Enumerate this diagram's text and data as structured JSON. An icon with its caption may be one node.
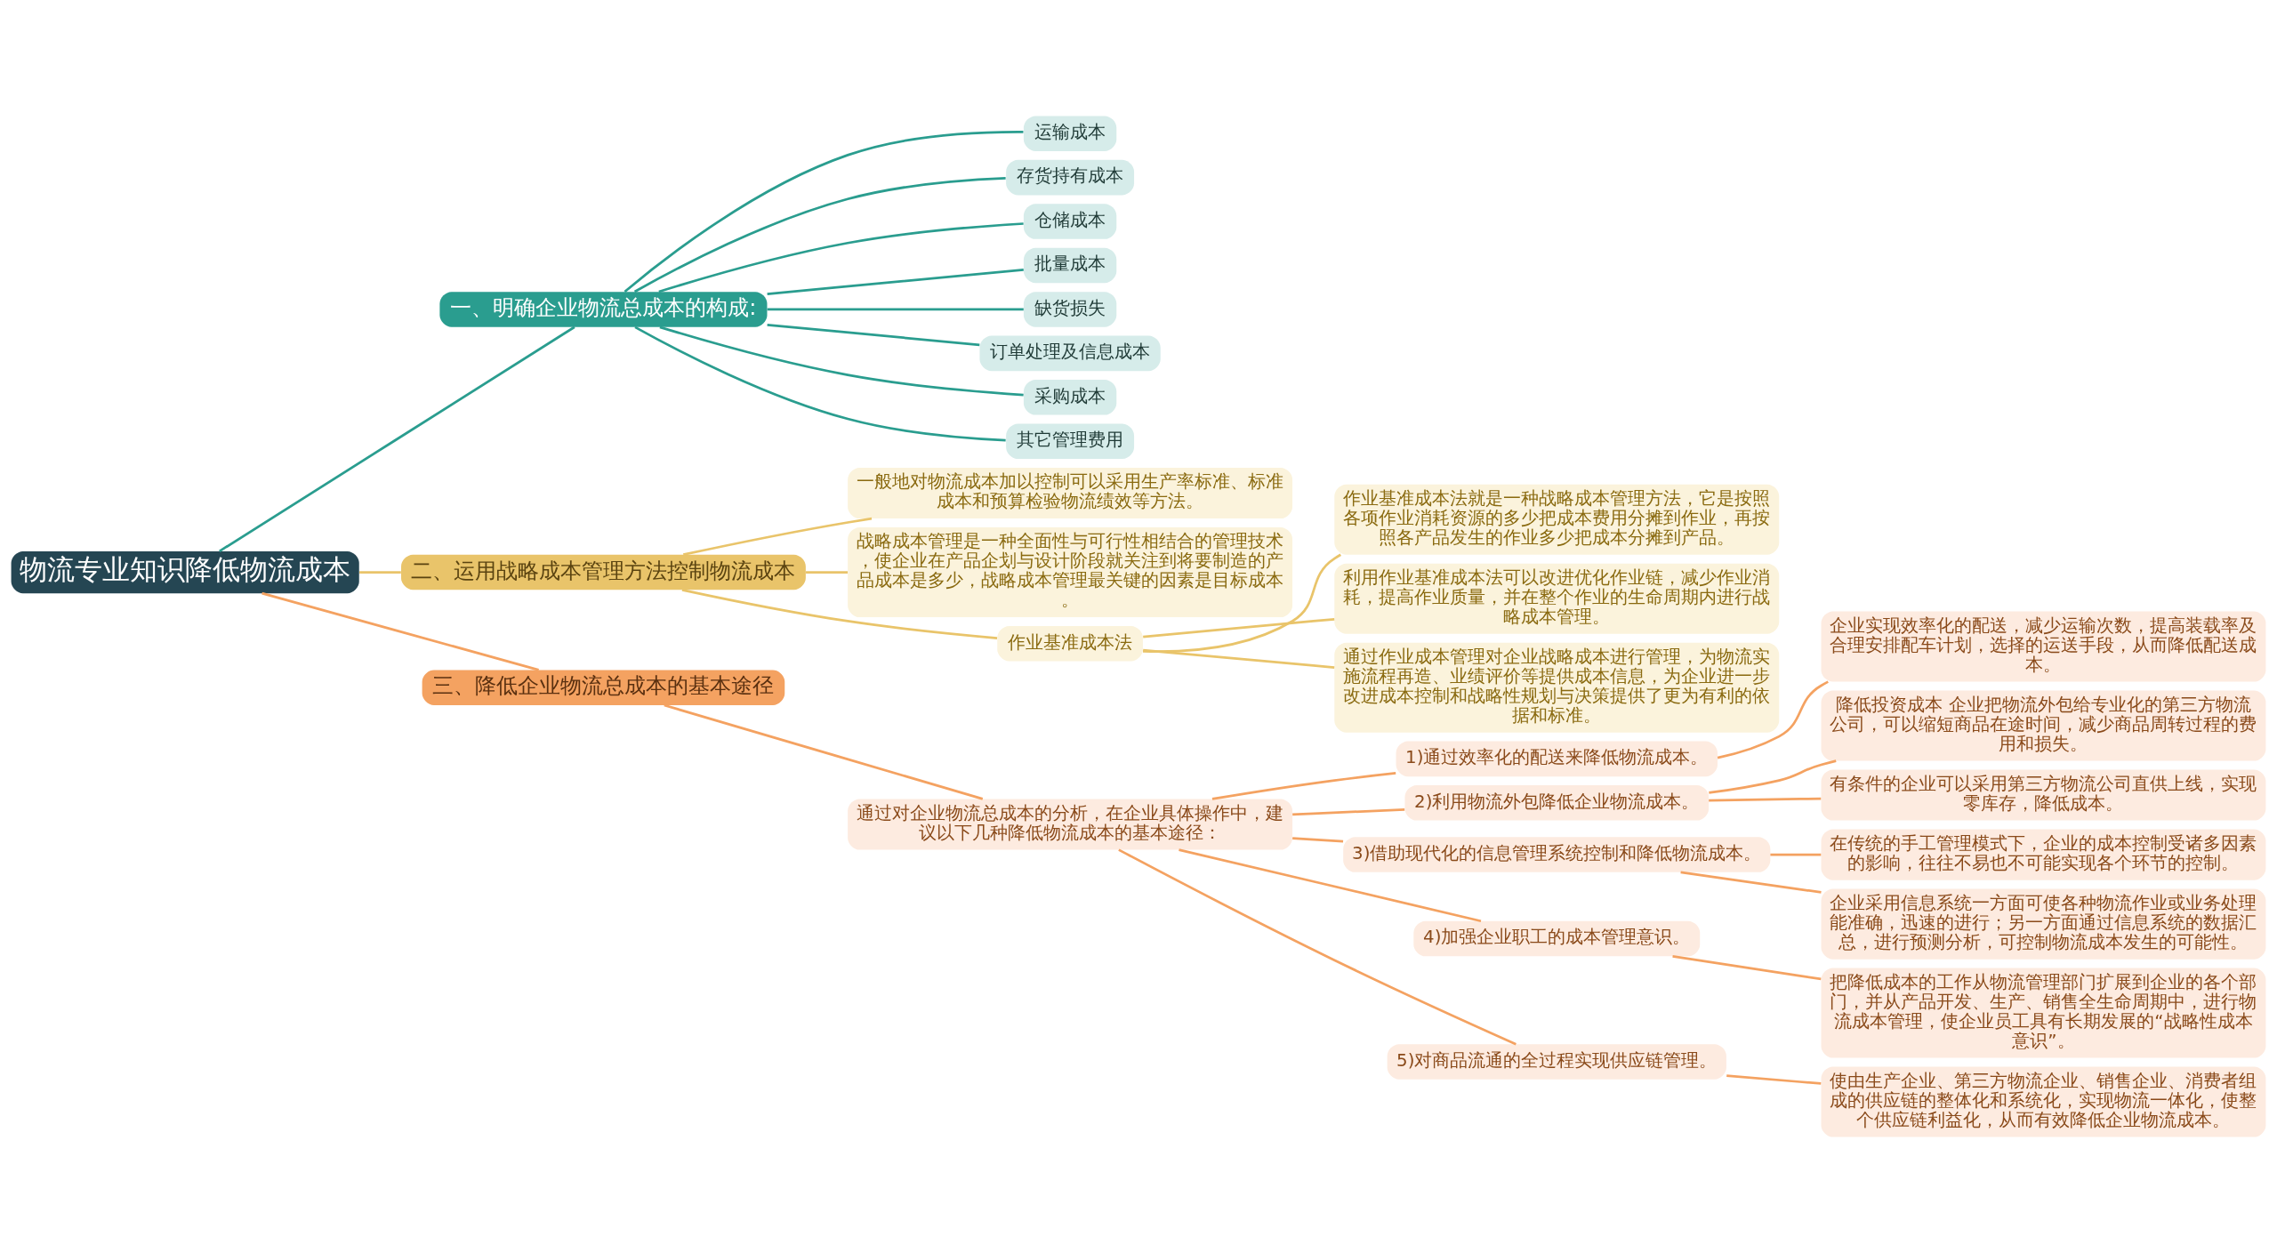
{
  "diagram": {
    "nodes": [
      {
        "text": [
          "物流专业知识降低物流成本"
        ]
      },
      {
        "text": [
          "一、明确企业物流总成本的构成:"
        ]
      },
      {
        "text": [
          "运输成本"
        ]
      },
      {
        "text": [
          "存货持有成本"
        ]
      },
      {
        "text": [
          "仓储成本"
        ]
      },
      {
        "text": [
          "批量成本"
        ]
      },
      {
        "text": [
          "缺货损失"
        ]
      },
      {
        "text": [
          "订单处理及信息成本"
        ]
      },
      {
        "text": [
          "采购成本"
        ]
      },
      {
        "text": [
          "其它管理费用"
        ]
      },
      {
        "text": [
          "二、运用战略成本管理方法控制物流成本"
        ]
      },
      {
        "text": [
          "一般地对物流成本加以控制可以采用生产率标准、标准成本和预算检验物流绩效等方法。"
        ]
      },
      {
        "text": [
          "战略成本管理是一种全面性与可行性相结合的管理技术，使企业在产品企划与设计阶段就关注到将要制造的产品成本是多少，战略成本管理最关键的因素是目标成本。"
        ]
      },
      {
        "text": [
          "作业基准成本法"
        ]
      },
      {
        "text": [
          "作业基准成本法就是一种战略成本管理方法，它是按照各项作业消耗资源的多少把成本费用分摊到作业，再按照各产品发生的作业多少把成本分摊到产品。"
        ]
      },
      {
        "text": [
          "利用作业基准成本法可以改进优化作业链，减少作业消耗，提高作业质量，并在整个作业的生命周期内进行战略成本管理。"
        ]
      },
      {
        "text": [
          "通过作业成本管理对企业战略成本进行管理，为物流实施流程再造、业绩评价等提供成本信息，为企业进一步改进成本控制和战略性规划与决策提供了更为有利的依据和标准。"
        ]
      },
      {
        "text": [
          "三、降低企业物流总成本的基本途径"
        ]
      },
      {
        "text": [
          "通过对企业物流总成本的分析，在企业具体操作中，建议以下几种降低物流成本的基本途径："
        ]
      },
      {
        "text": [
          "1)通过效率化的配送来降低物流成本。"
        ]
      },
      {
        "text": [
          "企业实现效率化的配送，减少运输次数，提高装载率及合理安排配车计划，选择的运送手段，从而降低配送成本。"
        ]
      },
      {
        "text": [
          "2)利用物流外包降低企业物流成本。"
        ]
      },
      {
        "text": [
          "降低投资成本 企业把物流外包给专业化的第三方物流公司，可以缩短商品在途时间，减少商品周转过程的费用和损失。"
        ]
      },
      {
        "text": [
          "有条件的企业可以采用第三方物流公司直供上线，实现零库存，降低成本。"
        ]
      },
      {
        "text": [
          "3)借助现代化的信息管理系统控制和降低物流成本。"
        ]
      },
      {
        "text": [
          "在传统的手工管理模式下，企业的成本控制受诸多因素的影响，往往不易也不可能实现各个环节的控制。"
        ]
      },
      {
        "text": [
          "企业采用信息系统一方面可使各种物流作业或业务处理能准确，迅速的进行；另一方面通过信息系统的数据汇总，进行预测分析，可控制物流成本发生的可能性。"
        ]
      },
      {
        "text": [
          "4)加强企业职工的成本管理意识。"
        ]
      },
      {
        "text": [
          "把降低成本的工作从物流管理部门扩展到企业的各个部门，并从产品开发、生产、销售全生命周期中，进行物流成本管理，使企业员工具有长期发展的“战略性成本意识”。"
        ]
      },
      {
        "text": [
          "5)对商品流通的全过程实现供应链管理。"
        ]
      },
      {
        "text": [
          "使由生产企业、第三方物流企业、销售企业、消费者组成的供应链的整体化和系统化，实现物流一体化，使整个供应链利益化，从而有效降低企业物流成本。"
        ]
      }
    ],
    "edges": [
      {
        "from": 0,
        "to": 1,
        "arrow": "none",
        "color": "#2a9d8f"
      },
      {
        "from": 1,
        "to": 2,
        "arrow": "none",
        "color": "#2a9d8f"
      },
      {
        "from": 1,
        "to": 3,
        "arrow": "none",
        "color": "#2a9d8f"
      },
      {
        "from": 1,
        "to": 4,
        "arrow": "none",
        "color": "#2a9d8f"
      },
      {
        "from": 1,
        "to": 5,
        "arrow": "none",
        "color": "#2a9d8f"
      },
      {
        "from": 1,
        "to": 6,
        "arrow": "none",
        "color": "#2a9d8f"
      },
      {
        "from": 1,
        "to": 7,
        "arrow": "none",
        "color": "#2a9d8f"
      },
      {
        "from": 1,
        "to": 8,
        "arrow": "none",
        "color": "#2a9d8f"
      },
      {
        "from": 1,
        "to": 9,
        "arrow": "none",
        "color": "#2a9d8f"
      },
      {
        "from": 0,
        "to": 10,
        "arrow": "none",
        "color": "#e9c46a"
      },
      {
        "from": 10,
        "to": 11,
        "arrow": "none",
        "color": "#e9c46a"
      },
      {
        "from": 10,
        "to": 12,
        "arrow": "none",
        "color": "#e9c46a"
      },
      {
        "from": 10,
        "to": 13,
        "arrow": "none",
        "color": "#e9c46a"
      },
      {
        "from": 13,
        "to": 14,
        "arrow": "none",
        "color": "#e9c46a"
      },
      {
        "from": 13,
        "to": 15,
        "arrow": "none",
        "color": "#e9c46a"
      },
      {
        "from": 13,
        "to": 16,
        "arrow": "none",
        "color": "#e9c46a"
      },
      {
        "from": 0,
        "to": 17,
        "arrow": "none"
      },
      {
        "from": 17,
        "to": 18,
        "arrow": "none"
      },
      {
        "from": 18,
        "to": 19,
        "arrow": "none"
      },
      {
        "from": 19,
        "to": 20,
        "arrow": "none"
      },
      {
        "from": 18,
        "to": 21,
        "arrow": "none"
      },
      {
        "from": 21,
        "to": 22,
        "arrow": "none"
      },
      {
        "from": 21,
        "to": 23,
        "arrow": "none"
      },
      {
        "from": 18,
        "to": 24,
        "arrow": "none"
      },
      {
        "from": 24,
        "to": 25,
        "arrow": "none"
      },
      {
        "from": 24,
        "to": 26,
        "arrow": "none"
      },
      {
        "from": 18,
        "to": 27,
        "arrow": "none"
      },
      {
        "from": 27,
        "to": 28,
        "arrow": "none"
      },
      {
        "from": 18,
        "to": 29,
        "arrow": "none"
      },
      {
        "from": 29,
        "to": 30,
        "arrow": "none"
      }
    ]
  }
}
